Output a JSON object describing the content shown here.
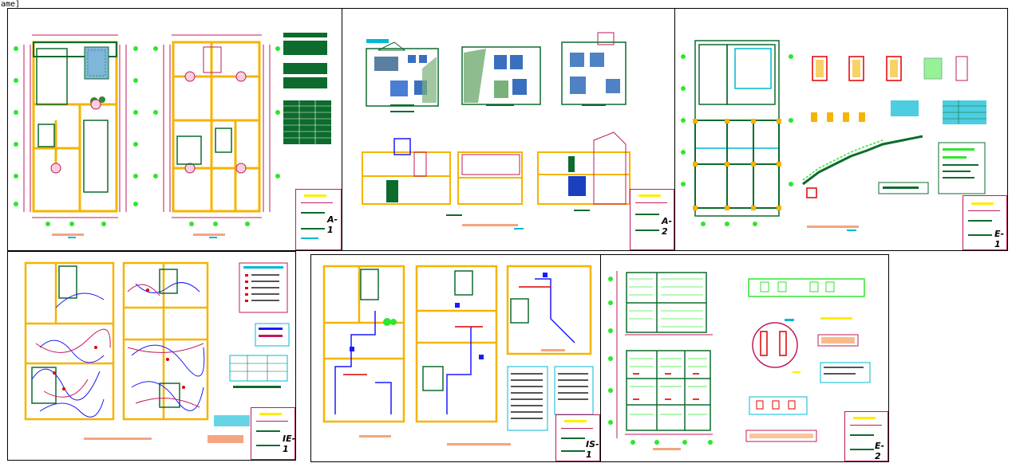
{
  "frame_label": "ame]",
  "colors": {
    "wall": "#f5b400",
    "green": "#0d6b2d",
    "magenta": "#c2185b",
    "cyan": "#00b8d4",
    "blue": "#1a1aff",
    "red": "#e00000",
    "salmon": "#f4a582",
    "lime": "#2ee62e",
    "yellow": "#ffee00"
  },
  "sheets": [
    {
      "id": "A-1",
      "code": "A-1",
      "title": "Architectural floor plans"
    },
    {
      "id": "A-2",
      "code": "A-2",
      "title": "Elevations and sections"
    },
    {
      "id": "E-1",
      "code": "E-1",
      "title": "Foundation plan and details"
    },
    {
      "id": "IE-1",
      "code": "IE-1",
      "title": "Electrical installations"
    },
    {
      "id": "IS-1",
      "code": "IS-1",
      "title": "Sanitary installations"
    },
    {
      "id": "E-2",
      "code": "E-2",
      "title": "Slab framing plans"
    }
  ]
}
